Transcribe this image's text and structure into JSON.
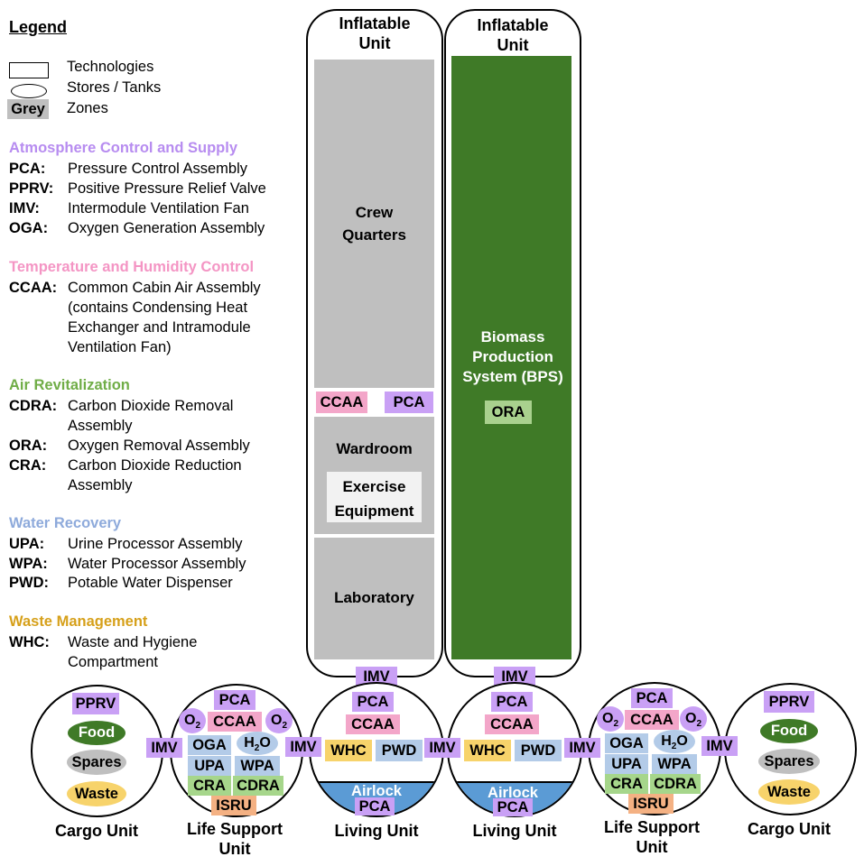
{
  "legend": {
    "title": "Legend",
    "key_technologies": "Technologies",
    "key_stores": "Stores / Tanks",
    "key_grey_box": "Grey",
    "key_zones": "Zones"
  },
  "atmosphere": {
    "title": "Atmosphere Control and Supply",
    "items": [
      {
        "abbr": "PCA:",
        "desc": "Pressure Control Assembly"
      },
      {
        "abbr": "PPRV:",
        "desc": "Positive Pressure Relief Valve"
      },
      {
        "abbr": "IMV:",
        "desc": "Intermodule Ventilation Fan"
      },
      {
        "abbr": "OGA:",
        "desc": "Oxygen Generation Assembly"
      }
    ]
  },
  "temperature": {
    "title": "Temperature and Humidity Control",
    "abbr": "CCAA:",
    "desc_lines": [
      "Common Cabin Air Assembly",
      "(contains Condensing Heat",
      "Exchanger and Intramodule",
      "Ventilation Fan)"
    ]
  },
  "air": {
    "title": "Air Revitalization",
    "cdra_abbr": "CDRA:",
    "cdra_lines": [
      "Carbon Dioxide Removal",
      "Assembly"
    ],
    "ora_abbr": "ORA:",
    "ora_desc": "Oxygen Removal Assembly",
    "cra_abbr": "CRA:",
    "cra_lines": [
      "Carbon Dioxide Reduction",
      "Assembly"
    ]
  },
  "water": {
    "title": "Water Recovery",
    "items": [
      {
        "abbr": "UPA:",
        "desc": "Urine Processor Assembly"
      },
      {
        "abbr": "WPA:",
        "desc": "Water Processor Assembly"
      },
      {
        "abbr": "PWD:",
        "desc": "Potable Water Dispenser"
      }
    ]
  },
  "waste": {
    "title": "Waste Management",
    "abbr": "WHC:",
    "desc_lines": [
      "Waste and Hygiene",
      "Compartment"
    ]
  },
  "inflatable_left": {
    "title_lines": [
      "Inflatable",
      "Unit"
    ],
    "crew_quarters": [
      "Crew",
      "Quarters"
    ],
    "ccaa": "CCAA",
    "pca": "PCA",
    "wardroom": "Wardroom",
    "exercise": [
      "Exercise",
      "Equipment"
    ],
    "laboratory": "Laboratory"
  },
  "inflatable_right": {
    "title_lines": [
      "Inflatable",
      "Unit"
    ],
    "bps": [
      "Biomass",
      "Production",
      "System (BPS)"
    ],
    "ora": "ORA"
  },
  "modules": {
    "cargo": {
      "pprv": "PPRV",
      "food": "Food",
      "spares": "Spares",
      "waste": "Waste",
      "label": "Cargo Unit"
    },
    "life_support": {
      "pca": "PCA",
      "o2": "O",
      "o2_sub": "2",
      "ccaa": "CCAA",
      "oga": "OGA",
      "h2o_h": "H",
      "h2o_sub": "2",
      "h2o_o": "O",
      "upa": "UPA",
      "wpa": "WPA",
      "cra": "CRA",
      "cdra": "CDRA",
      "isru": "ISRU",
      "label_lines": [
        "Life Support",
        "Unit"
      ]
    },
    "living": {
      "imv": "IMV",
      "pca": "PCA",
      "ccaa": "CCAA",
      "whc": "WHC",
      "pwd": "PWD",
      "airlock": "Airlock",
      "airlock_pca": "PCA",
      "label": "Living Unit"
    },
    "connector_imv": "IMV"
  }
}
